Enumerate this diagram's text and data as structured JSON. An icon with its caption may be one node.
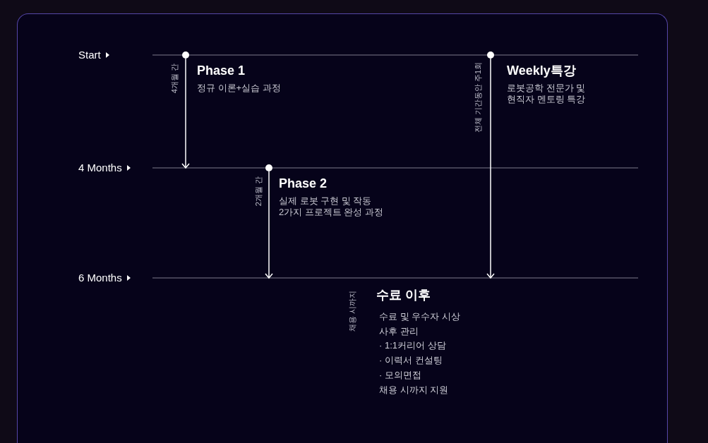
{
  "diagram": {
    "nodes": [
      {
        "text": [
          "Start"
        ]
      },
      {
        "text": [],
        "shape": "circle"
      },
      {
        "text": [
          "Phase 1",
          "정규 이론+실습 과정"
        ]
      },
      {
        "text": [],
        "shape": "circle"
      },
      {
        "text": [
          "Weekly특강",
          "로봇공학 전문가 및 현직자 멘토링 특강"
        ]
      },
      {
        "text": [
          "4 Months"
        ]
      },
      {
        "text": [],
        "shape": "circle"
      },
      {
        "text": [
          "Phase 2",
          "실제 로봇 구현 및 작동 2가지 프로젝트 완성 과정"
        ]
      },
      {
        "text": [
          "6 Months"
        ]
      },
      {
        "text": [
          "수료 이후",
          "수료 및 우수자 시상",
          "사후 관리",
          "· 1:1커리어 상담",
          "· 이력서 컨설팅",
          "· 모의면접",
          "채용 시까지 지원"
        ],
        "beside": [
          "채용 시까지"
        ]
      }
    ],
    "edges": [
      {
        "from": 1,
        "to": null,
        "arrow": "to",
        "label": "4개월 간"
      },
      {
        "from": 3,
        "to": null,
        "arrow": "to",
        "label": "전체 기간동안 주1회"
      },
      {
        "from": 6,
        "to": null,
        "arrow": "to",
        "label": "2개월 간"
      }
    ]
  }
}
